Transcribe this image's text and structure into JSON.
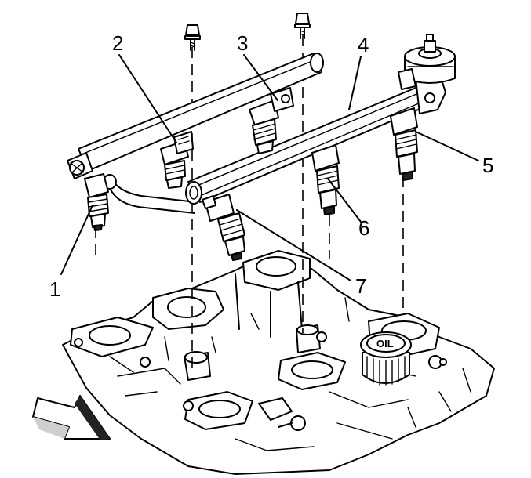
{
  "callouts": {
    "c1": "1",
    "c2": "2",
    "c3": "3",
    "c4": "4",
    "c5": "5",
    "c6": "6",
    "c7": "7"
  },
  "oil_cap_text": "OIL"
}
